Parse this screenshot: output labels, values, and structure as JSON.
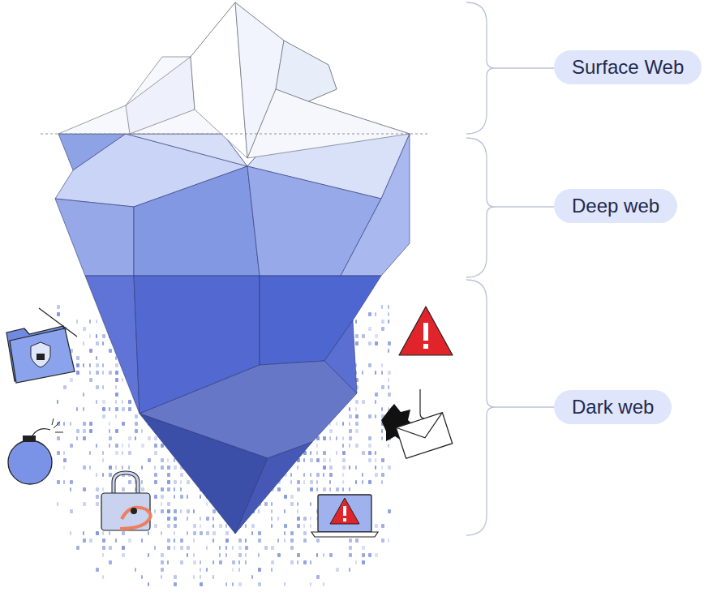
{
  "diagram": {
    "nodes": [
      {
        "text": [
          "Surface Web"
        ]
      },
      {
        "text": [
          "Deep web"
        ]
      },
      {
        "text": [
          "Dark web"
        ]
      }
    ]
  }
}
